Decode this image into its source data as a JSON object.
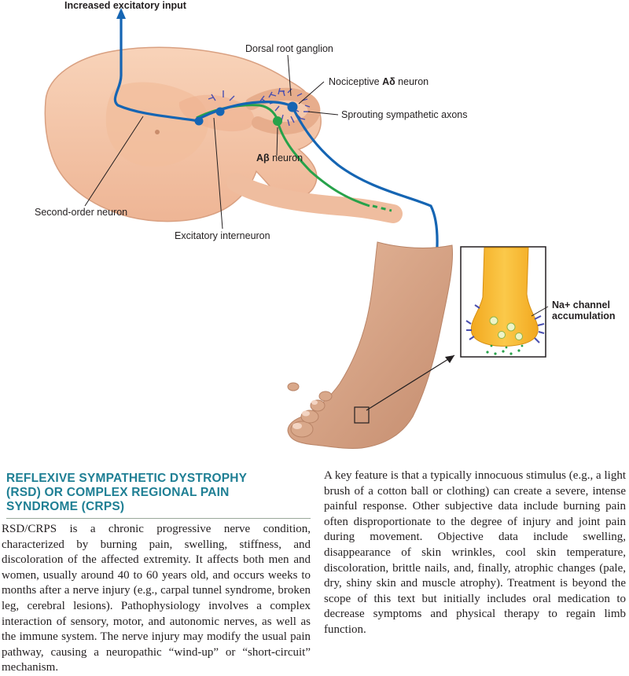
{
  "figure": {
    "labels": {
      "increased_input": "Increased excitatory input",
      "dorsal_root_ganglion": "Dorsal root ganglion",
      "nociceptive_prefix": "Nociceptive ",
      "nociceptive_greek": "Aδ",
      "nociceptive_suffix": " neuron",
      "sprouting": "Sprouting sympathetic axons",
      "abeta_greek": "Aβ",
      "abeta_suffix": " neuron",
      "second_order": "Second-order neuron",
      "excitatory_interneuron": "Excitatory interneuron",
      "na_channel_line1": "Na+ channel",
      "na_channel_line2": "accumulation"
    },
    "colors": {
      "spinal_cord": "#f4c6a7",
      "spinal_cord_edge": "#d9a081",
      "nociceptive": "#1565b3",
      "abeta": "#27a24a",
      "sympathetic": "#4a4fb0",
      "skin": "#d9a88a",
      "axon_terminal": "#f6b72e"
    }
  },
  "article": {
    "heading_lines": [
      "Reflexive Sympathetic Dystrophy",
      "(RSD) or Complex Regional Pain",
      "Syndrome (CRPS)"
    ],
    "paragraph_1": "RSD/CRPS is a chronic progressive nerve condition, characterized by burning pain, swelling, stiffness, and discoloration of the affected extremity. It affects both men and women, usually around 40 to 60 years old, and occurs weeks to months after a nerve injury (e.g., carpal tunnel syndrome, broken leg, cerebral lesions). Pathophysiology involves a complex interaction of sensory, motor, and autonomic nerves, as well as the immune system. The nerve injury may modify the usual pain pathway, causing a neuropathic “wind-up” or “short-circuit” mechanism.",
    "paragraph_2": "A key feature is that a typically innocuous stimulus (e.g., a light brush of a cotton ball or clothing) can create a severe, intense painful response. Other subjective data include burning pain often disproportionate to the degree of injury and joint pain during movement. Objective data include swelling, disappearance of skin wrinkles, cool skin temperature, discoloration, brittle nails, and, finally, atrophic changes (pale, dry, shiny skin and muscle atrophy). Treatment is beyond the scope of this text but initially includes oral medication to decrease symptoms and physical therapy to regain limb function."
  }
}
